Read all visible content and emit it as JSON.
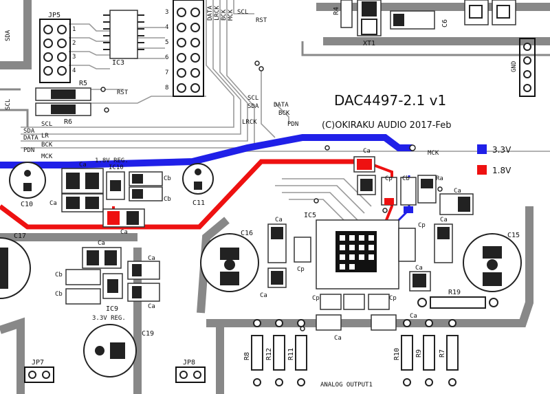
{
  "title": "DAC4497-2.1  v1",
  "copyright": "(C)OKIRAKU AUDIO 2017-Feb",
  "legend": [
    {
      "label": "3.3V",
      "color": "#2020e8"
    },
    {
      "label": "1.8V",
      "color": "#ee1111"
    }
  ],
  "colors": {
    "trace_3v3": "#2020e8",
    "trace_1v8": "#ee1111",
    "trace": "#888888"
  },
  "refs": {
    "jp5": "JP5",
    "ic3": "IC3",
    "r5": "R5",
    "r6": "R6",
    "xt1": "XT1",
    "c6": "C6",
    "r4": "R4",
    "gnd": "GND",
    "ic10": "IC10",
    "reg18": "1.8V REG.",
    "c10": "C10",
    "c11": "C11",
    "c17": "C17",
    "c16": "C16",
    "c15": "C15",
    "ic5": "IC5",
    "ic9": "IC9",
    "reg33": "3.3V REG.",
    "c19": "C19",
    "r19": "R19",
    "r8": "R8",
    "r12": "R12",
    "r11": "R11",
    "r10": "R10",
    "r9": "R9",
    "r7": "R7",
    "jp7": "JP7",
    "jp8": "JP8",
    "analog_output": "ANALOG OUTPUT1"
  },
  "signals": {
    "scl": "SCL",
    "sda": "SDA",
    "data": "DATA",
    "lr": "LR",
    "bck": "BCK",
    "pdn": "PDN",
    "mck": "MCK",
    "lrck": "LRCK",
    "rst": "RST"
  },
  "pin_numbers_left": [
    "1",
    "2",
    "3",
    "4"
  ],
  "pin_numbers_right": [
    "3",
    "4",
    "5",
    "6",
    "7",
    "8"
  ],
  "cap_labels": {
    "ca": "Ca",
    "cb": "Cb",
    "cp": "Cp",
    "ra": "Ra"
  }
}
